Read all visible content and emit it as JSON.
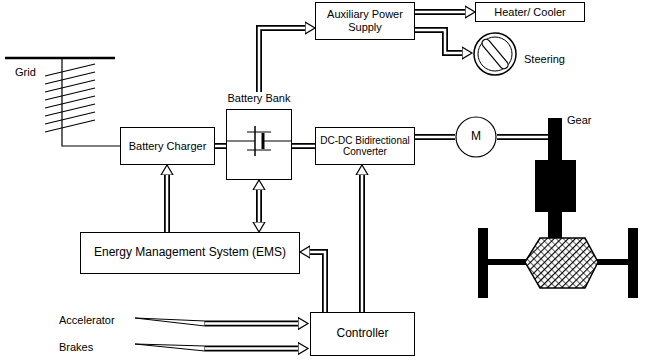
{
  "diagram": {
    "nodes": [
      {
        "text": [
          "Auxiliary Power Supply"
        ]
      },
      {
        "text": [
          "Heater/ Cooler"
        ]
      },
      {
        "text": [
          "Steering"
        ]
      },
      {
        "text": [
          "Battery Bank"
        ]
      },
      {
        "text": [
          "Battery Charger"
        ]
      },
      {
        "text": [
          "DC-DC Bidirectional Converter"
        ]
      },
      {
        "text": [
          "M"
        ]
      },
      {
        "text": [
          "Energy Management System (EMS)"
        ]
      },
      {
        "text": [
          "Controller"
        ]
      }
    ],
    "edges": [
      {
        "from": 3,
        "to": 0,
        "arrow": "to"
      },
      {
        "from": 0,
        "to": 1,
        "arrow": "to"
      },
      {
        "from": 0,
        "to": 2,
        "arrow": "to"
      },
      {
        "from": 4,
        "to": 3,
        "arrow": "none"
      },
      {
        "from": 3,
        "to": 5,
        "arrow": "none"
      },
      {
        "from": 5,
        "to": 6,
        "arrow": "none"
      },
      {
        "from": 7,
        "to": 4,
        "arrow": "to"
      },
      {
        "from": 3,
        "to": 7,
        "arrow": "both"
      },
      {
        "from": 8,
        "to": 7,
        "arrow": "to"
      },
      {
        "from": 8,
        "to": 5,
        "arrow": "to"
      }
    ],
    "labels": [
      "Grid",
      "Gear",
      "Accelerator",
      "Brakes"
    ]
  }
}
